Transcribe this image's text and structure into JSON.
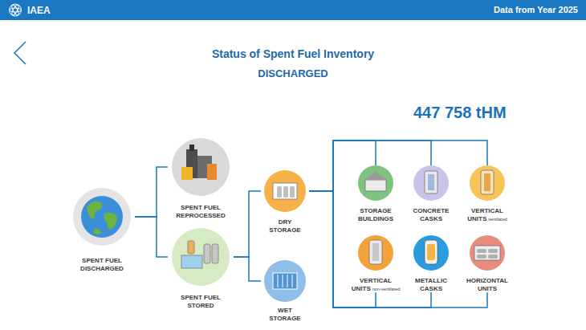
{
  "diagram": {
    "title": "Status of Spent Fuel Inventory",
    "nodes": [
      {
        "text": [
          "SPENT FUEL DISCHARGED"
        ]
      },
      {
        "text": [
          "SPENT FUEL REPROCESSED"
        ]
      },
      {
        "text": [
          "SPENT FUEL STORED"
        ]
      },
      {
        "text": [
          "DRY STORAGE"
        ]
      },
      {
        "text": [
          "WET STORAGE"
        ]
      },
      {
        "text": [
          "STORAGE BUILDINGS"
        ]
      },
      {
        "text": [
          "CONCRETE CASKS"
        ]
      },
      {
        "text": [
          "VERTICAL UNITS",
          "ventilated"
        ]
      },
      {
        "text": [
          "VERTICAL UNITS",
          "non-ventilated"
        ]
      },
      {
        "text": [
          "METALLIC CASKS"
        ]
      },
      {
        "text": [
          "HORIZONTAL UNITS"
        ]
      }
    ],
    "edges": [
      {
        "from": 0,
        "to": 1,
        "arrow": "none"
      },
      {
        "from": 0,
        "to": 2,
        "arrow": "none"
      },
      {
        "from": 2,
        "to": 3,
        "arrow": "none"
      },
      {
        "from": 2,
        "to": 4,
        "arrow": "none"
      },
      {
        "from": 3,
        "to": 5,
        "arrow": "none"
      },
      {
        "from": 3,
        "to": 6,
        "arrow": "none"
      },
      {
        "from": 3,
        "to": 7,
        "arrow": "none"
      },
      {
        "from": 3,
        "to": 8,
        "arrow": "none"
      },
      {
        "from": 3,
        "to": 9,
        "arrow": "none"
      },
      {
        "from": 3,
        "to": 10,
        "arrow": "none"
      }
    ],
    "labels": [
      "IAEA",
      "Data from Year 2025",
      "DISCHARGED",
      "447 758 tHM"
    ]
  }
}
